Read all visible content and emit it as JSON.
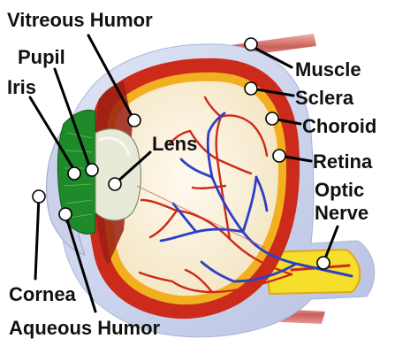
{
  "diagram": {
    "subject": "eye-anatomy-cross-section",
    "labels": {
      "vitreous_humor": "Vitreous Humor",
      "pupil": "Pupil",
      "iris": "Iris",
      "lens": "Lens",
      "muscle": "Muscle",
      "sclera": "Sclera",
      "choroid": "Choroid",
      "retina": "Retina",
      "optic_nerve_line1": "Optic",
      "optic_nerve_line2": "Nerve",
      "cornea": "Cornea",
      "aqueous_humor": "Aqueous Humor"
    },
    "colors": {
      "sclera": "#c9d2ea",
      "muscle": "#d98080",
      "choroid": "#cc2a1a",
      "retina": "#f2b020",
      "vitreous": "#fbf2d8",
      "iris": "#1e8a2a",
      "lens": "#e8ead8",
      "artery": "#cc2a1a",
      "vein": "#2d3fc8",
      "optic_nerve": "#f5df2a"
    }
  }
}
